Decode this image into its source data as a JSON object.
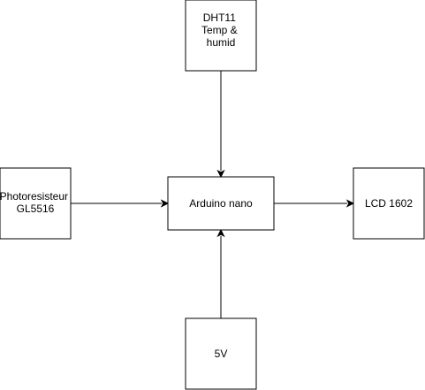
{
  "nodes": {
    "dht11": {
      "lines": [
        "DHT11",
        "Temp &",
        "humid"
      ]
    },
    "photoresistor": {
      "lines": [
        "Photoresisteur",
        "GL5516"
      ]
    },
    "arduino": {
      "lines": [
        "Arduino nano"
      ]
    },
    "lcd": {
      "lines": [
        "LCD 1602"
      ]
    },
    "power": {
      "lines": [
        "5V"
      ]
    }
  },
  "edges": [
    {
      "from": "dht11",
      "to": "arduino"
    },
    {
      "from": "photoresistor",
      "to": "arduino"
    },
    {
      "from": "power",
      "to": "arduino"
    },
    {
      "from": "arduino",
      "to": "lcd"
    }
  ]
}
